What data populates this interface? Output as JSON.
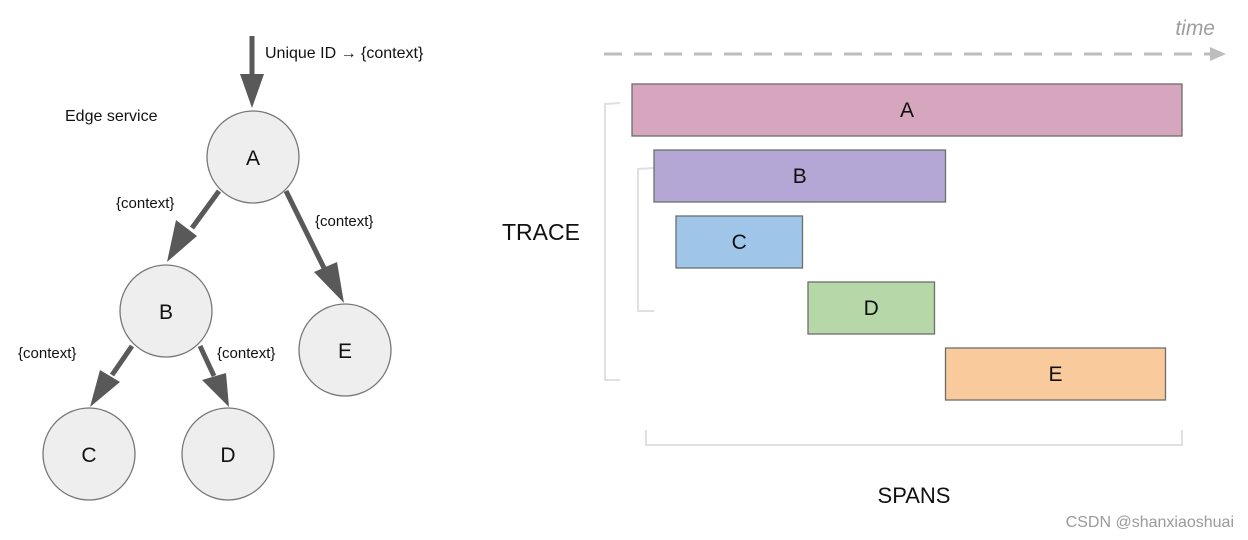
{
  "tree": {
    "entry_label": "Unique ID → {context}",
    "edge_service_label": "Edge service",
    "nodes": [
      {
        "id": "A",
        "label": "A"
      },
      {
        "id": "B",
        "label": "B"
      },
      {
        "id": "C",
        "label": "C"
      },
      {
        "id": "D",
        "label": "D"
      },
      {
        "id": "E",
        "label": "E"
      }
    ],
    "edges": [
      {
        "from": "A",
        "to": "B",
        "label": "{context}"
      },
      {
        "from": "A",
        "to": "E",
        "label": "{context}"
      },
      {
        "from": "B",
        "to": "C",
        "label": "{context}"
      },
      {
        "from": "B",
        "to": "D",
        "label": "{context}"
      }
    ]
  },
  "timeline": {
    "time_label": "time",
    "trace_label": "TRACE",
    "spans_label": "SPANS",
    "spans": [
      {
        "label": "A",
        "start": 0.0,
        "end": 1.0,
        "color": "#d5a6bd"
      },
      {
        "label": "B",
        "start": 0.04,
        "end": 0.57,
        "color": "#b4a7d6"
      },
      {
        "label": "C",
        "start": 0.08,
        "end": 0.31,
        "color": "#9fc5e8"
      },
      {
        "label": "D",
        "start": 0.32,
        "end": 0.55,
        "color": "#b6d7a8"
      },
      {
        "label": "E",
        "start": 0.57,
        "end": 0.97,
        "color": "#f9cb9c"
      }
    ]
  },
  "watermark": "CSDN @shanxiaoshuai"
}
